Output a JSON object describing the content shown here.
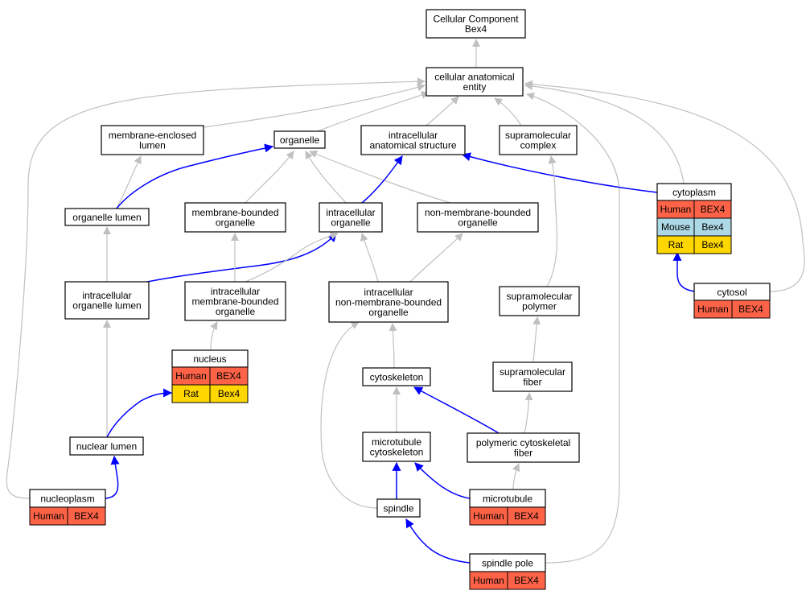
{
  "colors": {
    "edge_gray": "#c0c0c0",
    "edge_blue": "#0000ff",
    "human": "#ff6347",
    "mouse": "#add8e6",
    "rat": "#ffd700"
  },
  "nodes": [
    {
      "id": "root",
      "lines": [
        "Cellular Component",
        "Bex4"
      ]
    },
    {
      "id": "cae",
      "lines": [
        "cellular anatomical",
        "entity"
      ]
    },
    {
      "id": "mel",
      "lines": [
        "membrane-enclosed",
        "lumen"
      ]
    },
    {
      "id": "organelle",
      "lines": [
        "organelle"
      ]
    },
    {
      "id": "ias",
      "lines": [
        "intracellular",
        "anatomical structure"
      ]
    },
    {
      "id": "smc",
      "lines": [
        "supramolecular",
        "complex"
      ]
    },
    {
      "id": "ol",
      "lines": [
        "organelle lumen"
      ]
    },
    {
      "id": "mbo",
      "lines": [
        "membrane-bounded",
        "organelle"
      ]
    },
    {
      "id": "io",
      "lines": [
        "intracellular",
        "organelle"
      ]
    },
    {
      "id": "nmbo",
      "lines": [
        "non-membrane-bounded",
        "organelle"
      ]
    },
    {
      "id": "cytoplasm",
      "lines": [
        "cytoplasm"
      ]
    },
    {
      "id": "iol",
      "lines": [
        "intracellular",
        "organelle lumen"
      ]
    },
    {
      "id": "imbo",
      "lines": [
        "intracellular",
        "membrane-bounded",
        "organelle"
      ]
    },
    {
      "id": "inmbo",
      "lines": [
        "intracellular",
        "non-membrane-bounded",
        "organelle"
      ]
    },
    {
      "id": "smp",
      "lines": [
        "supramolecular",
        "polymer"
      ]
    },
    {
      "id": "cytosol",
      "lines": [
        "cytosol"
      ]
    },
    {
      "id": "nucleus",
      "lines": [
        "nucleus"
      ]
    },
    {
      "id": "cytoskeleton",
      "lines": [
        "cytoskeleton"
      ]
    },
    {
      "id": "smf",
      "lines": [
        "supramolecular",
        "fiber"
      ]
    },
    {
      "id": "nl",
      "lines": [
        "nuclear lumen"
      ]
    },
    {
      "id": "mtc",
      "lines": [
        "microtubule",
        "cytoskeleton"
      ]
    },
    {
      "id": "pcf",
      "lines": [
        "polymeric cytoskeletal",
        "fiber"
      ]
    },
    {
      "id": "nucleoplasm",
      "lines": [
        "nucleoplasm"
      ]
    },
    {
      "id": "spindle",
      "lines": [
        "spindle"
      ]
    },
    {
      "id": "microtubule",
      "lines": [
        "microtubule"
      ]
    },
    {
      "id": "spindlepole",
      "lines": [
        "spindle pole"
      ]
    }
  ],
  "annotations": {
    "cytoplasm": [
      [
        "Human",
        "BEX4",
        "human"
      ],
      [
        "Mouse",
        "Bex4",
        "mouse"
      ],
      [
        "Rat",
        "Bex4",
        "rat"
      ]
    ],
    "cytosol": [
      [
        "Human",
        "BEX4",
        "human"
      ]
    ],
    "nucleus": [
      [
        "Human",
        "BEX4",
        "human"
      ],
      [
        "Rat",
        "Bex4",
        "rat"
      ]
    ],
    "nucleoplasm": [
      [
        "Human",
        "BEX4",
        "human"
      ]
    ],
    "microtubule": [
      [
        "Human",
        "BEX4",
        "human"
      ]
    ],
    "spindlepole": [
      [
        "Human",
        "BEX4",
        "human"
      ]
    ]
  },
  "edges": [
    {
      "from": "cae",
      "to": "root",
      "kind": "gray"
    },
    {
      "from": "mel",
      "to": "cae",
      "kind": "gray"
    },
    {
      "from": "organelle",
      "to": "cae",
      "kind": "gray"
    },
    {
      "from": "ias",
      "to": "cae",
      "kind": "gray"
    },
    {
      "from": "smc",
      "to": "cae",
      "kind": "gray"
    },
    {
      "from": "nucleoplasm",
      "to": "cae",
      "kind": "gray"
    },
    {
      "from": "spindlepole",
      "to": "cae",
      "kind": "gray"
    },
    {
      "from": "cytoplasm",
      "to": "cae",
      "kind": "gray"
    },
    {
      "from": "cytosol",
      "to": "cae",
      "kind": "gray"
    },
    {
      "from": "ol",
      "to": "mel",
      "kind": "gray"
    },
    {
      "from": "ol",
      "to": "organelle",
      "kind": "blue"
    },
    {
      "from": "mbo",
      "to": "organelle",
      "kind": "gray"
    },
    {
      "from": "io",
      "to": "organelle",
      "kind": "gray"
    },
    {
      "from": "nmbo",
      "to": "organelle",
      "kind": "gray"
    },
    {
      "from": "io",
      "to": "ias",
      "kind": "blue"
    },
    {
      "from": "cytoplasm",
      "to": "ias",
      "kind": "blue"
    },
    {
      "from": "smp",
      "to": "smc",
      "kind": "gray"
    },
    {
      "from": "iol",
      "to": "ol",
      "kind": "gray"
    },
    {
      "from": "iol",
      "to": "io",
      "kind": "blue"
    },
    {
      "from": "imbo",
      "to": "mbo",
      "kind": "gray"
    },
    {
      "from": "imbo",
      "to": "io",
      "kind": "gray"
    },
    {
      "from": "inmbo",
      "to": "io",
      "kind": "gray"
    },
    {
      "from": "inmbo",
      "to": "nmbo",
      "kind": "gray"
    },
    {
      "from": "cytosol",
      "to": "cytoplasm",
      "kind": "blue"
    },
    {
      "from": "nucleus",
      "to": "imbo",
      "kind": "gray"
    },
    {
      "from": "cytoskeleton",
      "to": "inmbo",
      "kind": "gray"
    },
    {
      "from": "spindle",
      "to": "inmbo",
      "kind": "gray"
    },
    {
      "from": "smf",
      "to": "smp",
      "kind": "gray"
    },
    {
      "from": "nl",
      "to": "iol",
      "kind": "gray"
    },
    {
      "from": "nl",
      "to": "nucleus",
      "kind": "blue"
    },
    {
      "from": "mtc",
      "to": "cytoskeleton",
      "kind": "gray"
    },
    {
      "from": "pcf",
      "to": "cytoskeleton",
      "kind": "blue"
    },
    {
      "from": "pcf",
      "to": "smf",
      "kind": "gray"
    },
    {
      "from": "nucleoplasm",
      "to": "nl",
      "kind": "blue"
    },
    {
      "from": "spindle",
      "to": "mtc",
      "kind": "blue"
    },
    {
      "from": "microtubule",
      "to": "mtc",
      "kind": "blue"
    },
    {
      "from": "microtubule",
      "to": "pcf",
      "kind": "gray"
    },
    {
      "from": "spindlepole",
      "to": "spindle",
      "kind": "blue"
    }
  ]
}
